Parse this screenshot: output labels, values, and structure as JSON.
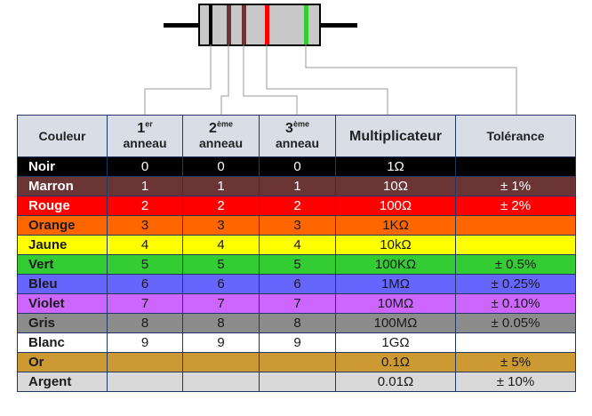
{
  "header": {
    "color": "Couleur",
    "ring1_num": "1",
    "ring1_sup": "er",
    "ring1_word": "anneau",
    "ring2_num": "2",
    "ring2_sup": "ème",
    "ring2_word": "anneau",
    "ring3_num": "3",
    "ring3_sup": "ème",
    "ring3_word": "anneau",
    "multiplier": "Multiplicateur",
    "tolerance": "Tolérance"
  },
  "rows": [
    {
      "name": "Noir",
      "d1": "0",
      "d2": "0",
      "d3": "0",
      "mult": "1Ω",
      "tol": "",
      "bg": "#000000",
      "fg": "#ffffff"
    },
    {
      "name": "Marron",
      "d1": "1",
      "d2": "1",
      "d3": "1",
      "mult": "10Ω",
      "tol": "± 1%",
      "bg": "#6b3535",
      "fg": "#ffffff"
    },
    {
      "name": "Rouge",
      "d1": "2",
      "d2": "2",
      "d3": "2",
      "mult": "100Ω",
      "tol": "± 2%",
      "bg": "#ff0000",
      "fg": "#ffffff"
    },
    {
      "name": "Orange",
      "d1": "3",
      "d2": "3",
      "d3": "3",
      "mult": "1KΩ",
      "tol": "",
      "bg": "#ff6600",
      "fg": "#1a1a1a"
    },
    {
      "name": "Jaune",
      "d1": "4",
      "d2": "4",
      "d3": "4",
      "mult": "10kΩ",
      "tol": "",
      "bg": "#ffff00",
      "fg": "#1a1a1a"
    },
    {
      "name": "Vert",
      "d1": "5",
      "d2": "5",
      "d3": "5",
      "mult": "100KΩ",
      "tol": "± 0.5%",
      "bg": "#33cc33",
      "fg": "#1a1a1a"
    },
    {
      "name": "Bleu",
      "d1": "6",
      "d2": "6",
      "d3": "6",
      "mult": "1MΩ",
      "tol": "± 0.25%",
      "bg": "#6666ff",
      "fg": "#1a1a1a"
    },
    {
      "name": "Violet",
      "d1": "7",
      "d2": "7",
      "d3": "7",
      "mult": "10MΩ",
      "tol": "± 0.10%",
      "bg": "#cc66ff",
      "fg": "#1a1a1a"
    },
    {
      "name": "Gris",
      "d1": "8",
      "d2": "8",
      "d3": "8",
      "mult": "100MΩ",
      "tol": "± 0.05%",
      "bg": "#8c8c8c",
      "fg": "#1a1a1a"
    },
    {
      "name": "Blanc",
      "d1": "9",
      "d2": "9",
      "d3": "9",
      "mult": "1GΩ",
      "tol": "",
      "bg": "#ffffff",
      "fg": "#1a1a1a"
    },
    {
      "name": "Or",
      "d1": "",
      "d2": "",
      "d3": "",
      "mult": "0.1Ω",
      "tol": "± 5%",
      "bg": "#cc9933",
      "fg": "#1a1a1a"
    },
    {
      "name": "Argent",
      "d1": "",
      "d2": "",
      "d3": "",
      "mult": "0.01Ω",
      "tol": "± 10%",
      "bg": "#d9d9d9",
      "fg": "#1a1a1a"
    }
  ],
  "resistor": {
    "body_color": "#c8c8c8",
    "band_colors": [
      "#000000",
      "#6b3535",
      "#6b3535",
      "#ff0000",
      "#33cc33"
    ]
  }
}
